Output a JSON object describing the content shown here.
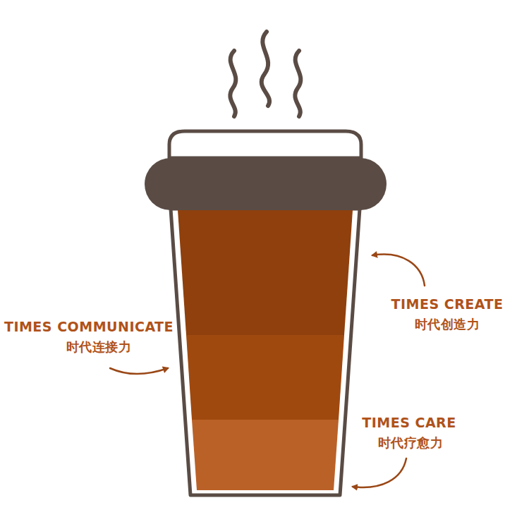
{
  "diagram": {
    "labels": [
      "TIMES COMMUNICATE",
      "时代连接力",
      "TIMES CREATE",
      "时代创造力",
      "TIMES CARE",
      "时代疗愈力"
    ]
  }
}
